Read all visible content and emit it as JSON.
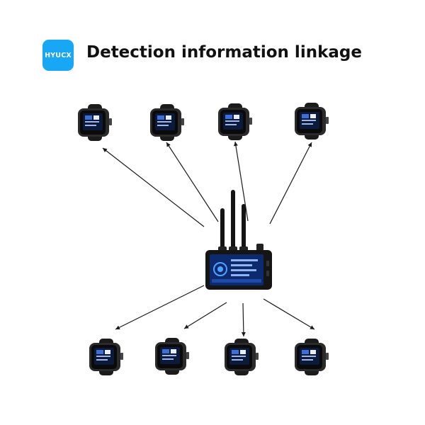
{
  "header": {
    "logo_text": "HYUCX",
    "title": "Detection information linkage"
  },
  "colors": {
    "logo_bg": "#17a7f5",
    "device_body": "#151515",
    "screen_bg": "#0d2a6e",
    "arrow": "#1a1a1a"
  },
  "diagram": {
    "hub": "handheld-detector-tablet",
    "top_row_watches": 4,
    "bottom_row_watches": 4
  }
}
